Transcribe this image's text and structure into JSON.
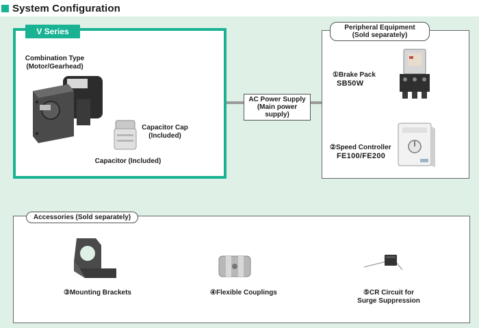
{
  "header": {
    "title": "System Configuration"
  },
  "v_series": {
    "tab_label": "V Series",
    "combination_line1": "Combination Type",
    "combination_line2": "(Motor/Gearhead)",
    "cap_line1": "Capacitor Cap",
    "cap_line2": "(Included)",
    "capacitor": "Capacitor (Included)"
  },
  "power": {
    "line1": "AC Power Supply",
    "line2": "(Main power supply)"
  },
  "peripheral": {
    "title_line1": "Peripheral Equipment",
    "title_line2": "(Sold separately)",
    "items": [
      {
        "label": "①Brake Pack",
        "model": "SB50W"
      },
      {
        "label": "②Speed Controller",
        "model": "FE100/FE200"
      }
    ]
  },
  "accessories": {
    "title": "Accessories (Sold separately)",
    "items": [
      {
        "label": "③Mounting Brackets"
      },
      {
        "label": "④Flexible Couplings"
      },
      {
        "label_line1": "⑤CR Circuit for",
        "label_line2": "Surge Suppression"
      }
    ]
  },
  "colors": {
    "accent": "#19b394",
    "background": "#dff0e6"
  }
}
